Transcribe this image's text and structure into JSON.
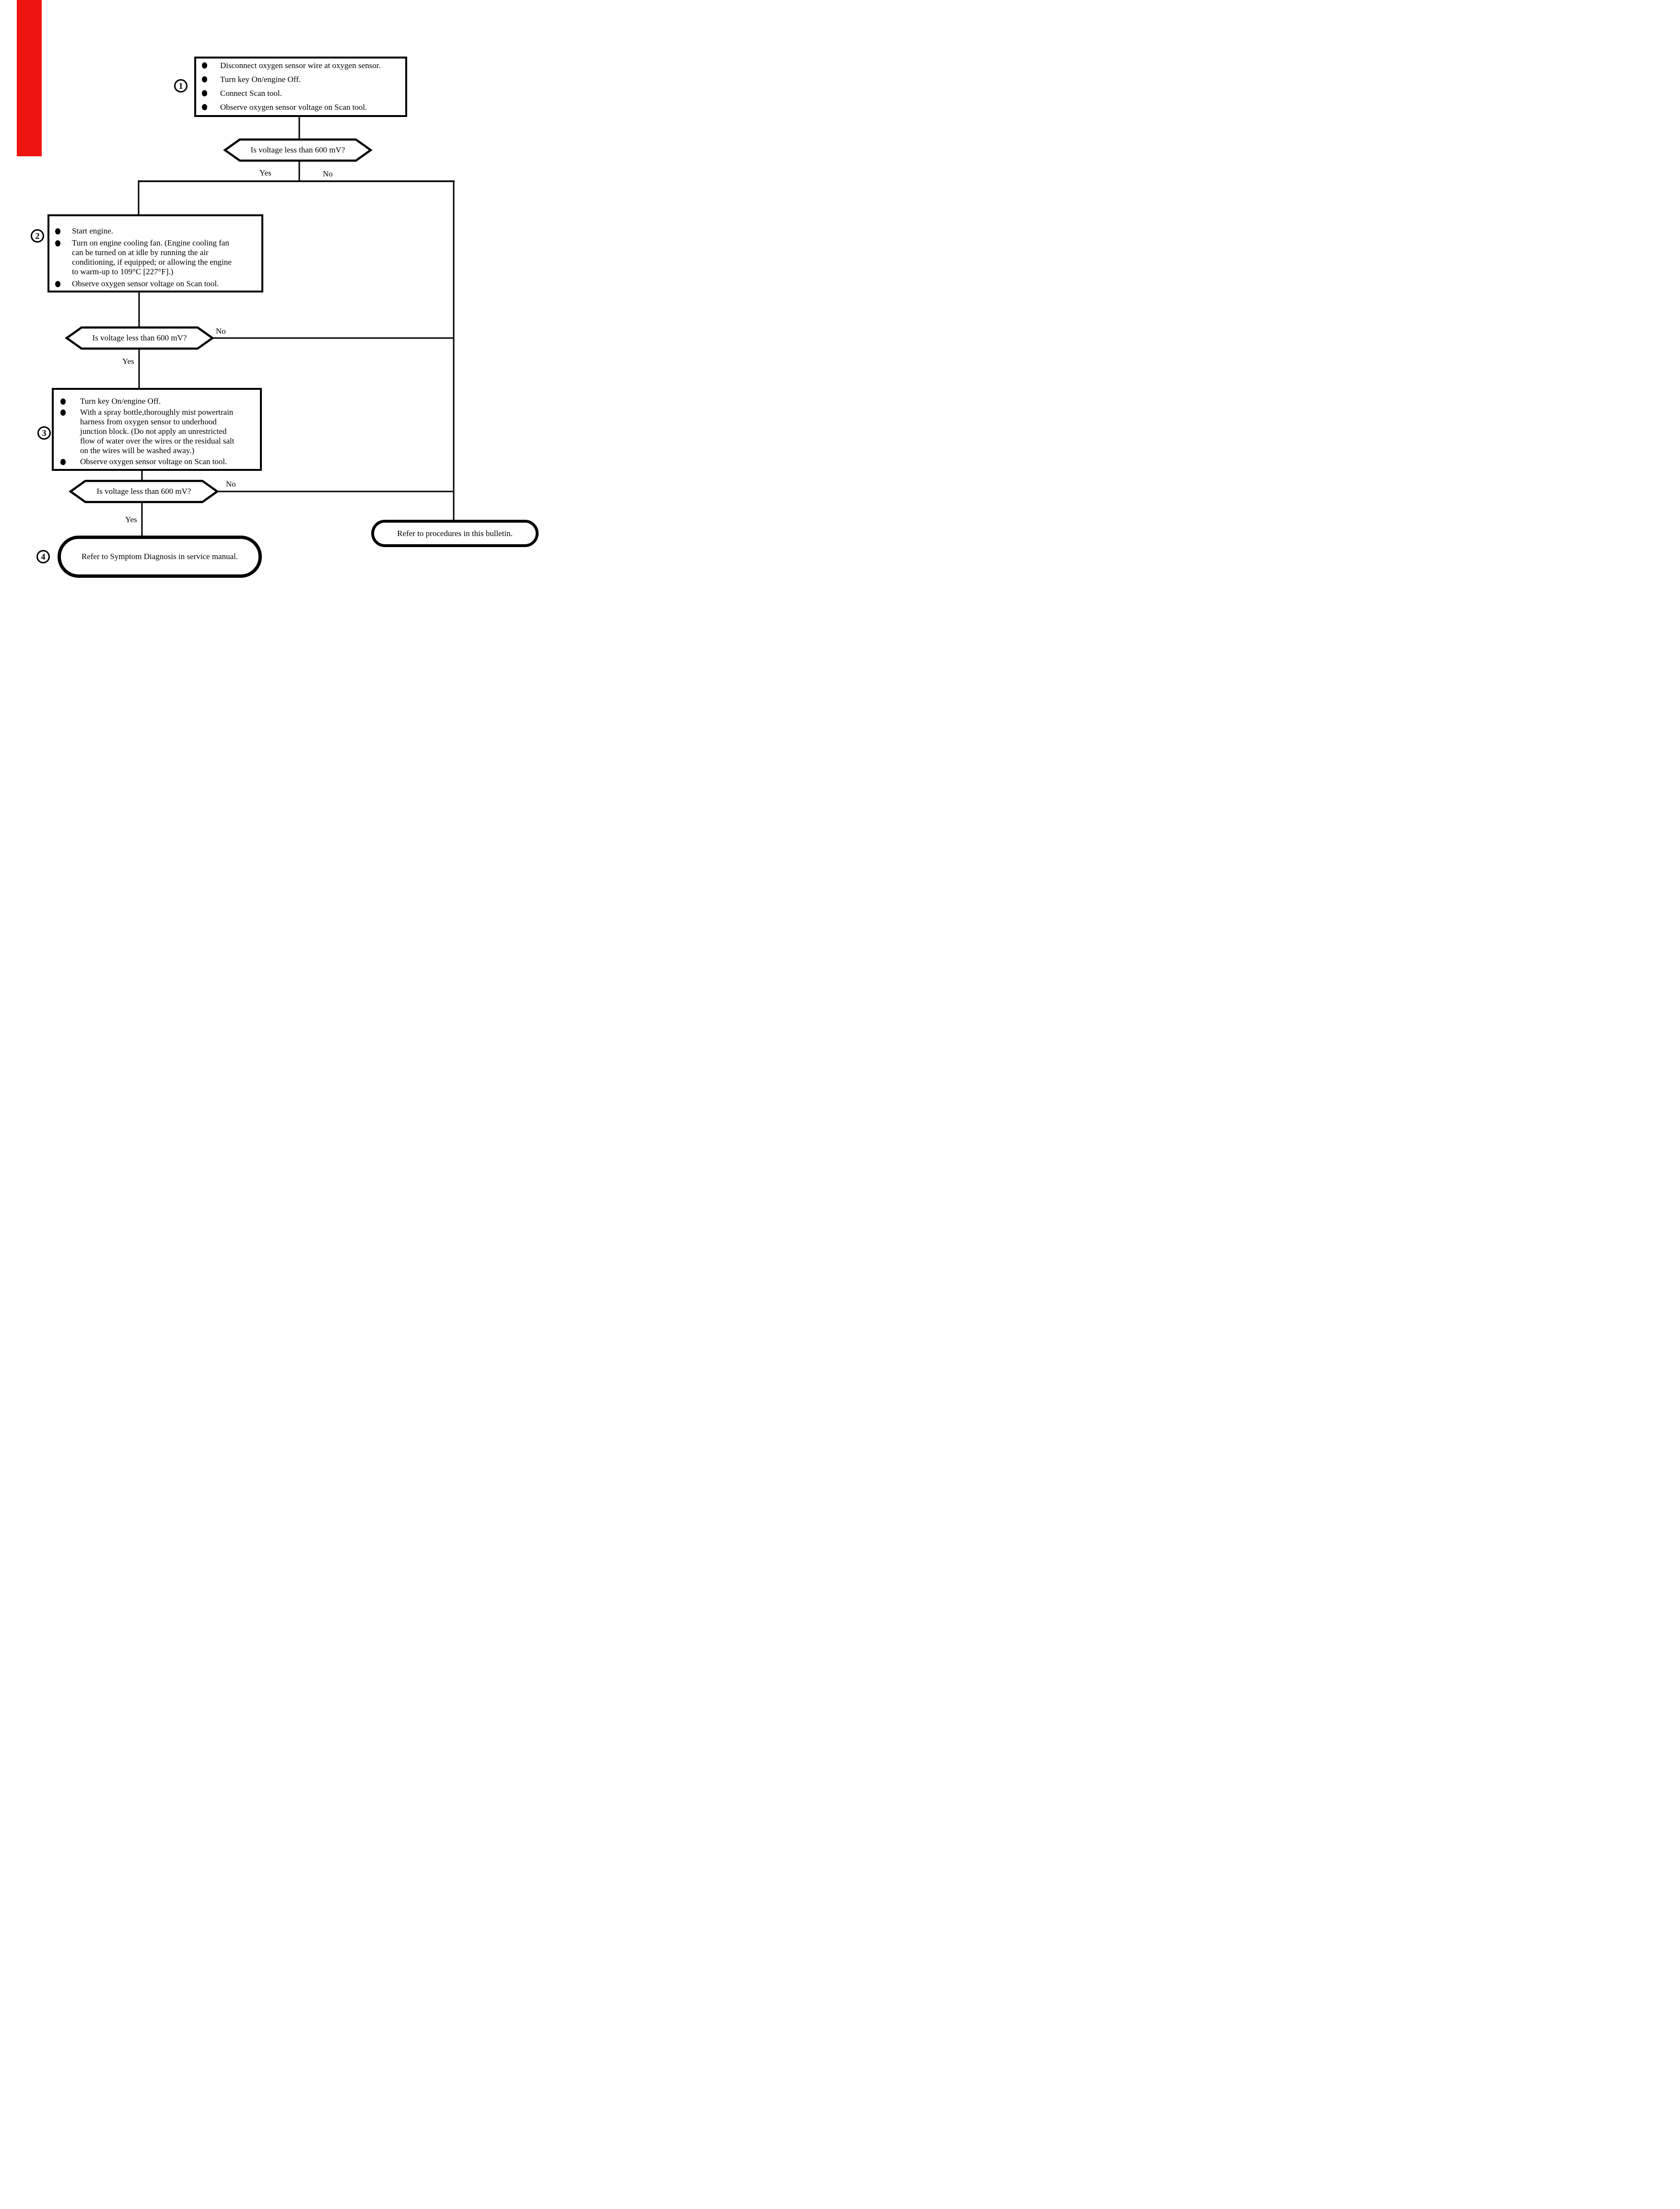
{
  "canvas": {
    "background": "#ffffff",
    "line_color": "#000000"
  },
  "scan_artifact": {
    "description": "red stripe at top-left page edge",
    "color": "#ee1511"
  },
  "flowchart": {
    "steps": [
      {
        "number": "1",
        "bullets": [
          [
            "Disconnect oxygen sensor wire at oxygen sensor."
          ],
          [
            "Turn key On/engine Off."
          ],
          [
            "Connect Scan tool."
          ],
          [
            "Observe oxygen sensor voltage on Scan tool."
          ]
        ]
      },
      {
        "number": "2",
        "bullets": [
          [
            "Start engine."
          ],
          [
            "Turn on engine cooling fan. (Engine cooling fan",
            "can be turned on at idle by running the air",
            "conditioning, if equipped; or allowing the engine",
            "to warm-up to 109°C [227°F].)"
          ],
          [
            "Observe oxygen sensor voltage on Scan tool."
          ]
        ]
      },
      {
        "number": "3",
        "bullets": [
          [
            "Turn key On/engine Off."
          ],
          [
            "With a spray bottle,thoroughly mist powertrain",
            "harness from oxygen sensor to underhood",
            "junction block. (Do not apply an unrestricted",
            "flow of water over the wires or the residual salt",
            "on the wires will be washed away.)"
          ],
          [
            "Observe oxygen sensor voltage on Scan tool."
          ]
        ]
      }
    ],
    "decisions": [
      {
        "question": "Is voltage less than 600 mV?",
        "yes_label": "Yes",
        "no_label": "No"
      },
      {
        "question": "Is voltage less than 600 mV?",
        "yes_label": "Yes",
        "no_label": "No"
      },
      {
        "question": "Is voltage less than 600 mV?",
        "yes_label": "Yes",
        "no_label": "No"
      }
    ],
    "terminals": [
      {
        "number": "4",
        "label": "Refer to Symptom Diagnosis in service manual."
      },
      {
        "label": "Refer to procedures in this bulletin."
      }
    ]
  }
}
